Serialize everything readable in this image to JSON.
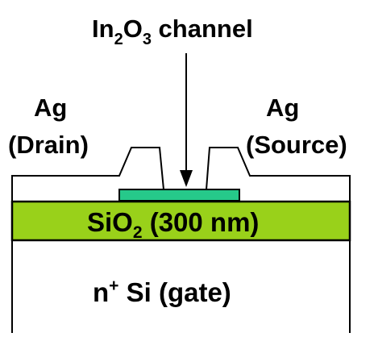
{
  "diagram": {
    "channel_label": {
      "main": "In",
      "sub1": "2",
      "mid": "O",
      "sub2": "3",
      "tail": " channel"
    },
    "drain_label": {
      "line1": "Ag",
      "line2": "(Drain)"
    },
    "source_label": {
      "line1": "Ag",
      "line2": "(Source)"
    },
    "oxide_label": {
      "main": "SiO",
      "sub": "2",
      "tail": " (300 nm)"
    },
    "gate_label": {
      "main": "n",
      "sup": "+",
      "tail": " Si (gate)"
    }
  },
  "colors": {
    "oxide_layer": "#99d11a",
    "channel_film": "#26c98a",
    "outline": "#000000",
    "background": "#ffffff"
  }
}
